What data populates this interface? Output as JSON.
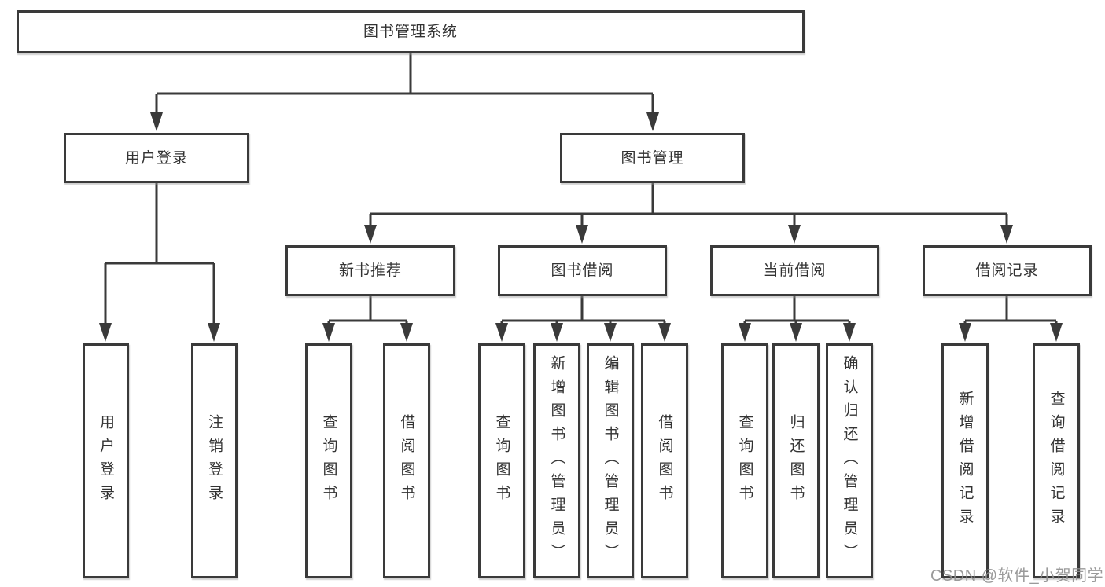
{
  "colors": {
    "line": "#3a3a3a",
    "box_border": "#3a3a3a",
    "box_fill": "#ffffff",
    "text": "#333333",
    "watermark": "#919191",
    "background": "#ffffff"
  },
  "watermark": {
    "text": "CSDN @软件_小贺同学"
  },
  "tree": {
    "root": {
      "label": "图书管理系统"
    },
    "branches": [
      {
        "label": "用户登录",
        "children": [
          {
            "label": "用户登录"
          },
          {
            "label": "注销登录"
          }
        ]
      },
      {
        "label": "图书管理",
        "groups": [
          {
            "label": "新书推荐",
            "children": [
              {
                "label": "查询图书"
              },
              {
                "label": "借阅图书"
              }
            ]
          },
          {
            "label": "图书借阅",
            "children": [
              {
                "label": "查询图书"
              },
              {
                "label": "新增图书（管理员）"
              },
              {
                "label": "编辑图书（管理员）"
              },
              {
                "label": "借阅图书"
              }
            ]
          },
          {
            "label": "当前借阅",
            "children": [
              {
                "label": "查询图书"
              },
              {
                "label": "归还图书"
              },
              {
                "label": "确认归还（管理员）"
              }
            ]
          },
          {
            "label": "借阅记录",
            "children": [
              {
                "label": "新增借阅记录"
              },
              {
                "label": "查询借阅记录"
              }
            ]
          }
        ]
      }
    ]
  }
}
